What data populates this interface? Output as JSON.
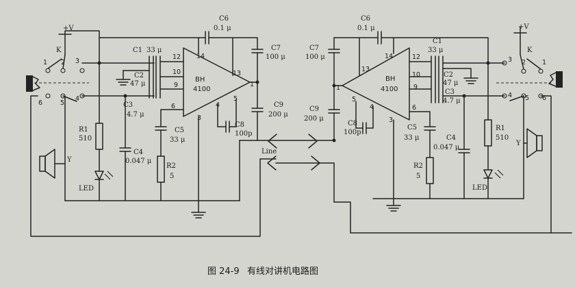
{
  "caption": {
    "number": "图 24-9",
    "title": "有线对讲机电路图"
  },
  "supply": "+V",
  "switch": {
    "name": "K",
    "contacts": [
      "1",
      "2",
      "3",
      "4",
      "5",
      "6"
    ]
  },
  "ic": {
    "name": "BH",
    "part": "4100",
    "pins": [
      "1",
      "3",
      "4",
      "5",
      "6",
      "9",
      "10",
      "12",
      "13",
      "14"
    ]
  },
  "components": {
    "R1": {
      "name": "R1",
      "value": "510"
    },
    "R2": {
      "name": "R2",
      "value": "5"
    },
    "C1": {
      "name": "C1",
      "value": "33 μ"
    },
    "C2": {
      "name": "C2",
      "value": "47 μ"
    },
    "C3": {
      "name": "C3",
      "value": "4.7 μ"
    },
    "C4": {
      "name": "C4",
      "value": "0.047 μ"
    },
    "C5": {
      "name": "C5",
      "value": "33 μ"
    },
    "C6": {
      "name": "C6",
      "value": "0.1 μ"
    },
    "C7": {
      "name": "C7",
      "value": "100 μ"
    },
    "C8": {
      "name": "C8",
      "value": "100p"
    },
    "C9": {
      "name": "C9",
      "value": "200 μ"
    }
  },
  "labels": {
    "speaker": "Y",
    "led": "LED",
    "line": "Line"
  }
}
